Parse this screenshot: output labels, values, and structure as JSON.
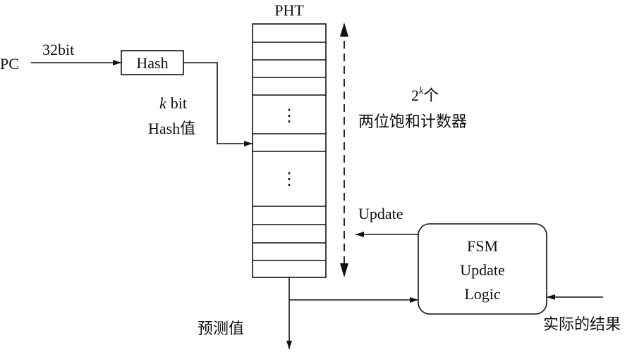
{
  "diagram": {
    "pht_title": "PHT",
    "pc_label": "PC",
    "bitwidth_label": "32bit",
    "hash_block_label": "Hash",
    "hash_output_line1": "bit",
    "hash_output_var": "k",
    "hash_output_line2": "Hash值",
    "counter_count_base": "2",
    "counter_count_exp": "k",
    "counter_count_suffix": "个",
    "counter_desc": "两位饱和计数器",
    "update_label": "Update",
    "fsm_line1": "FSM",
    "fsm_line2": "Update",
    "fsm_line3": "Logic",
    "prediction_label": "预测值",
    "actual_result_label": "实际的结果",
    "ellipsis": "⋮",
    "colors": {
      "stroke": "#111111",
      "background": "#ffffff"
    }
  }
}
